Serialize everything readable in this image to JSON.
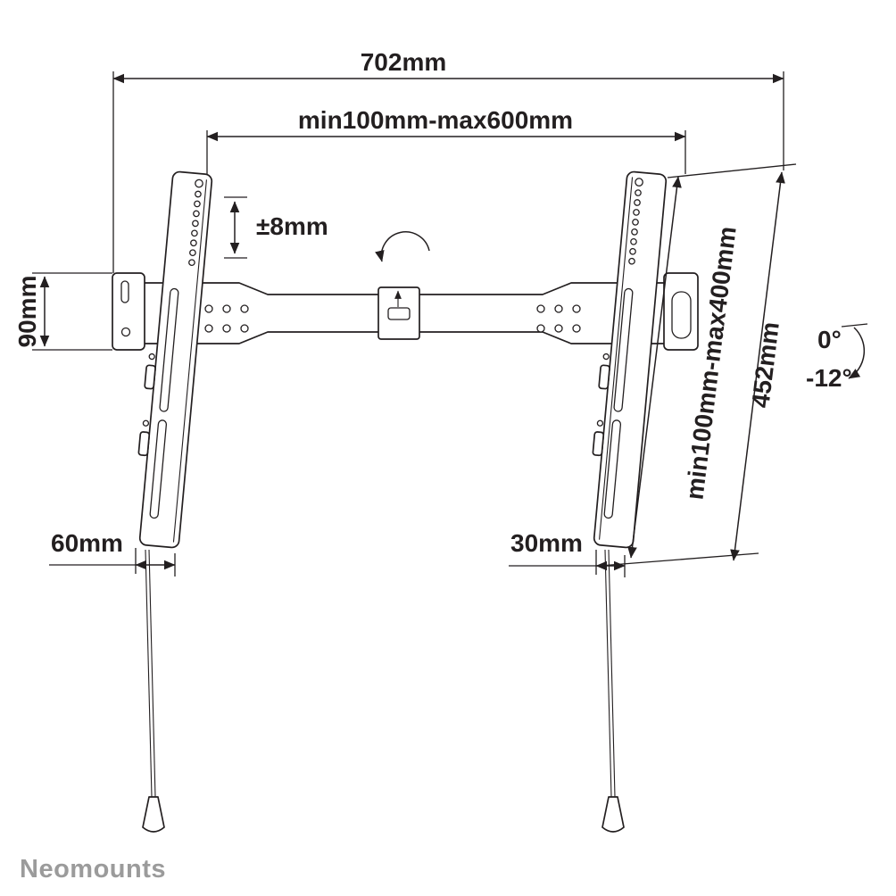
{
  "brand": "Neomounts",
  "dimensions": {
    "total_width": "702mm",
    "vesa_width_range": "min100mm-max600mm",
    "height_adjustment": "±8mm",
    "wall_plate_height": "90mm",
    "vesa_height_range": "min100mm-max400mm",
    "bracket_length": "452mm",
    "tilt_max": "0°",
    "tilt_min": "-12°",
    "offset_left": "60mm",
    "offset_right": "30mm"
  },
  "colors": {
    "line": "#231f20",
    "brand": "#9b9b9b",
    "background": "#ffffff"
  }
}
